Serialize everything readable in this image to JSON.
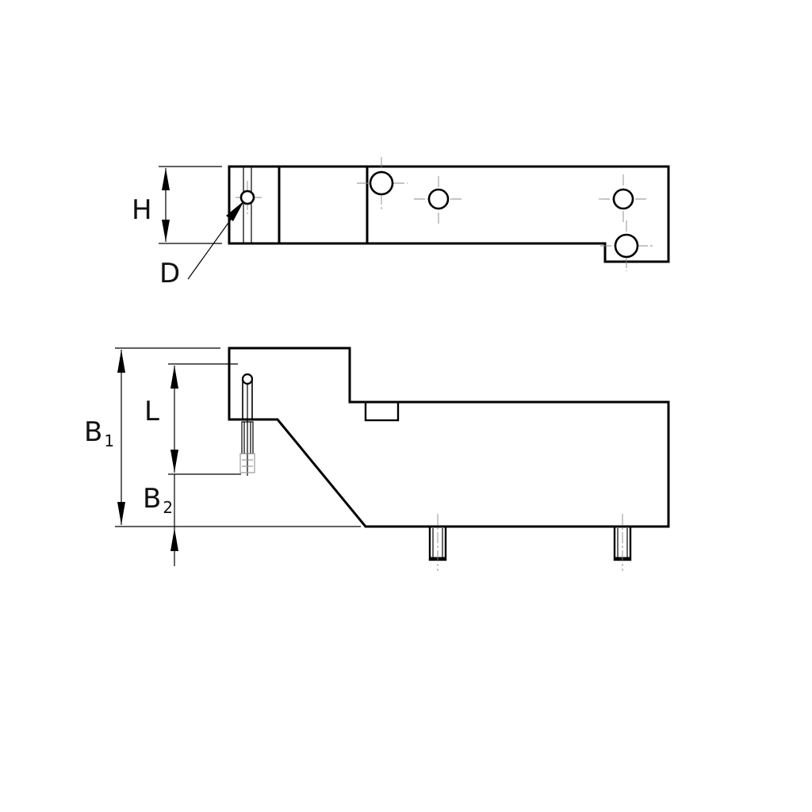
{
  "labels": {
    "H": "H",
    "D": "D",
    "L": "L",
    "B1": {
      "main": "B",
      "sub": "1"
    },
    "B2": {
      "main": "B",
      "sub": "2"
    }
  },
  "colors": {
    "line": "#000000",
    "centerline": "#888888",
    "background": "#ffffff"
  }
}
